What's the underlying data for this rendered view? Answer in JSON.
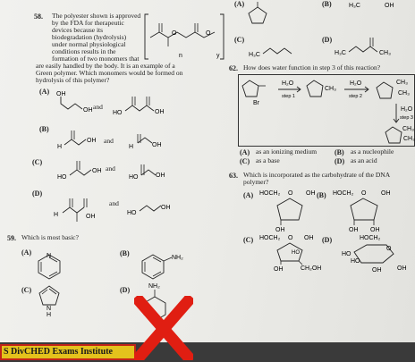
{
  "q58": {
    "number": "58.",
    "stem": [
      "The polyester shown is approved",
      "by the FDA for therapeutic",
      "devices because its",
      "biodegradation (hydrolysis)",
      "under normal physiological",
      "conditions results in the",
      "formation of two monomers that",
      "are easily handled by the body. It is an example of a",
      "Green polymer. Which monomers would be formed on",
      "hydrolysis of this polymer?"
    ],
    "options": [
      {
        "label": "(A)",
        "join": "and"
      },
      {
        "label": "(B)",
        "join": "and"
      },
      {
        "label": "(C)",
        "join": "and"
      },
      {
        "label": "(D)",
        "join": "and"
      }
    ]
  },
  "q59": {
    "number": "59.",
    "stem": "Which is most basic?",
    "options": [
      {
        "label": "(A)"
      },
      {
        "label": "(B)"
      },
      {
        "label": "(C)"
      },
      {
        "label": "(D)"
      }
    ]
  },
  "q61_tail": {
    "options": [
      {
        "label": "(A)"
      },
      {
        "label": "(B)"
      },
      {
        "label": "(C)"
      },
      {
        "label": "(D)"
      }
    ]
  },
  "q62": {
    "number": "62.",
    "stem": "How does water function in step 3 of this reaction?",
    "scheme": {
      "reagent1": "H₂O",
      "step1": "step 1",
      "reagent2": "H₂O",
      "step2": "step 2",
      "reagent3": "H₂O",
      "step3": "step 3"
    },
    "options": [
      {
        "label": "(A)",
        "text": "as an ionizing medium"
      },
      {
        "label": "(B)",
        "text": "as a nucleophile"
      },
      {
        "label": "(C)",
        "text": "as a base"
      },
      {
        "label": "(D)",
        "text": "as an acid"
      }
    ]
  },
  "q63": {
    "number": "63.",
    "stem": [
      "Which is incorporated as the carbohydrate of the DNA",
      "polymer?"
    ],
    "options": [
      {
        "label": "(A)"
      },
      {
        "label": "(B)"
      },
      {
        "label": "(C)"
      },
      {
        "label": "(D)"
      }
    ]
  },
  "chem": {
    "OH": "OH",
    "H": "H",
    "HO": "HO",
    "NH2": "NH₂",
    "N": "N",
    "N_H": "H",
    "H3C": "H₃C",
    "CH3": "CH₃",
    "HOCH2": "HOCH₂",
    "CH2OH": "CH₂OH",
    "O": "O",
    "n": "n",
    "y": "y"
  },
  "footer": {
    "text": "S DivCHED Exams Institute"
  },
  "colors": {
    "footer_bg": "#3a3a3a",
    "tab_yellow": "#e4c21c",
    "tab_border": "#c12318",
    "x_mark": "#e01e12"
  }
}
